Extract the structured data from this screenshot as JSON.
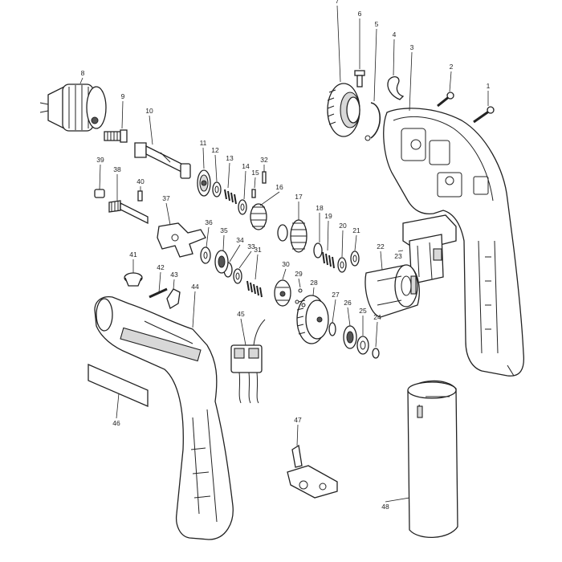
{
  "labels": [
    "1",
    "2",
    "3",
    "4",
    "5",
    "6",
    "7",
    "8",
    "9",
    "10",
    "11",
    "12",
    "13",
    "14",
    "15",
    "16",
    "17",
    "18",
    "19",
    "20",
    "21",
    "22",
    "23",
    "24",
    "25",
    "26",
    "27",
    "28",
    "29",
    "30",
    "31",
    "32",
    "33",
    "34",
    "35",
    "36",
    "37",
    "38",
    "39",
    "40",
    "41",
    "42",
    "43",
    "44",
    "45",
    "46",
    "47",
    "48"
  ]
}
